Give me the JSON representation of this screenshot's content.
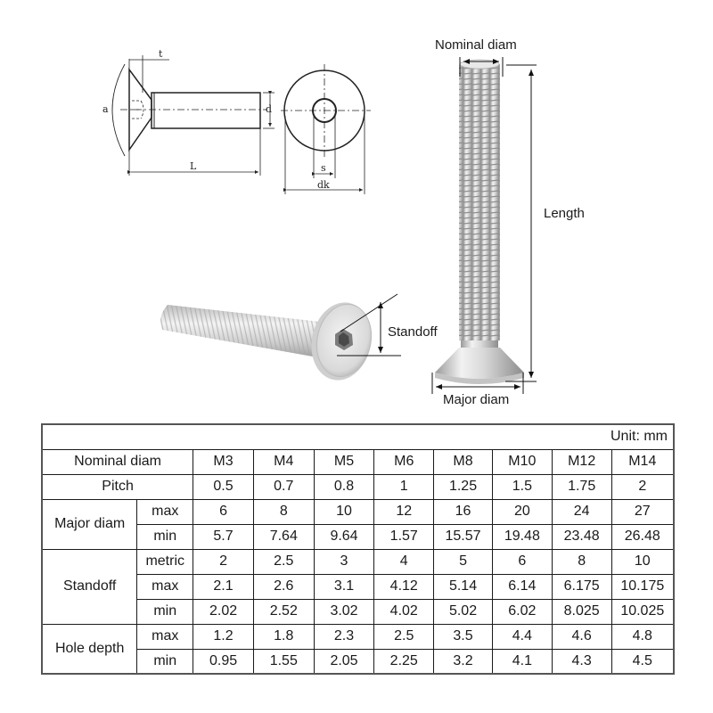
{
  "drawing": {
    "tech_labels": {
      "t": "t",
      "a": "a",
      "d_side": "d",
      "L": "L",
      "d_front": "d",
      "s": "s",
      "dk": "dk"
    },
    "photo_labels": {
      "nominal_diam": "Nominal diam",
      "length": "Length",
      "standoff": "Standoff",
      "major_diam": "Major diam"
    }
  },
  "table": {
    "unit": "Unit: mm",
    "header_label": "Nominal diam",
    "sizes": [
      "M3",
      "M4",
      "M5",
      "M6",
      "M8",
      "M10",
      "M12",
      "M14"
    ],
    "pitch": {
      "label": "Pitch",
      "values": [
        "0.5",
        "0.7",
        "0.8",
        "1",
        "1.25",
        "1.5",
        "1.75",
        "2"
      ]
    },
    "major_diam": {
      "label": "Major diam",
      "max": {
        "label": "max",
        "values": [
          "6",
          "8",
          "10",
          "12",
          "16",
          "20",
          "24",
          "27"
        ]
      },
      "min": {
        "label": "min",
        "values": [
          "5.7",
          "7.64",
          "9.64",
          "1.57",
          "15.57",
          "19.48",
          "23.48",
          "26.48"
        ]
      }
    },
    "standoff": {
      "label": "Standoff",
      "metric": {
        "label": "metric",
        "values": [
          "2",
          "2.5",
          "3",
          "4",
          "5",
          "6",
          "8",
          "10"
        ]
      },
      "max": {
        "label": "max",
        "values": [
          "2.1",
          "2.6",
          "3.1",
          "4.12",
          "5.14",
          "6.14",
          "6.175",
          "10.175"
        ]
      },
      "min": {
        "label": "min",
        "values": [
          "2.02",
          "2.52",
          "3.02",
          "4.02",
          "5.02",
          "6.02",
          "8.025",
          "10.025"
        ]
      }
    },
    "hole_depth": {
      "label": "Hole depth",
      "max": {
        "label": "max",
        "values": [
          "1.2",
          "1.8",
          "2.3",
          "2.5",
          "3.5",
          "4.4",
          "4.6",
          "4.8"
        ]
      },
      "min": {
        "label": "min",
        "values": [
          "0.95",
          "1.55",
          "2.05",
          "2.25",
          "3.2",
          "4.1",
          "4.3",
          "4.5"
        ]
      }
    }
  }
}
